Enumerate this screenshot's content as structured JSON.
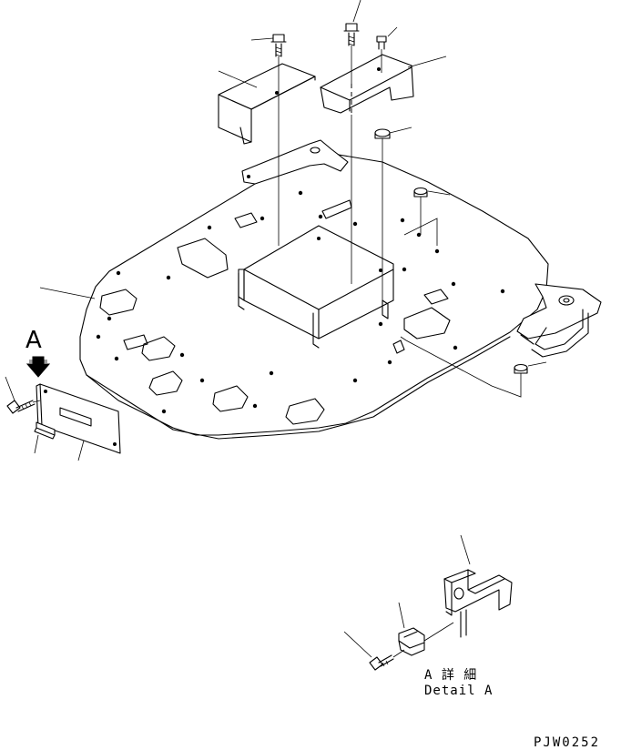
{
  "view_arrow_label": "A",
  "detail": {
    "title_jp": "A 詳 細",
    "title_en": "Detail A"
  },
  "drawing_number": "PJW0252"
}
